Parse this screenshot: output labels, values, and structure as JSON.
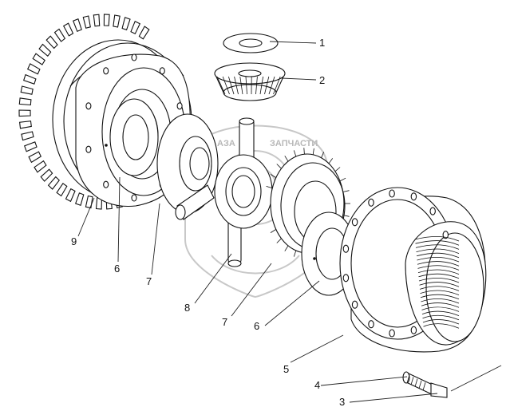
{
  "watermark": {
    "left_text": "AЗА",
    "right_text": "ЗАПЧАСТИ"
  },
  "callouts": [
    {
      "id": "c1",
      "text": "1"
    },
    {
      "id": "c2",
      "text": "2"
    },
    {
      "id": "c3",
      "text": "3"
    },
    {
      "id": "c4",
      "text": "4"
    },
    {
      "id": "c5",
      "text": "5"
    },
    {
      "id": "c6a",
      "text": "6"
    },
    {
      "id": "c6b",
      "text": "6"
    },
    {
      "id": "c7a",
      "text": "7"
    },
    {
      "id": "c7b",
      "text": "7"
    },
    {
      "id": "c8",
      "text": "8"
    },
    {
      "id": "c9",
      "text": "9"
    }
  ]
}
